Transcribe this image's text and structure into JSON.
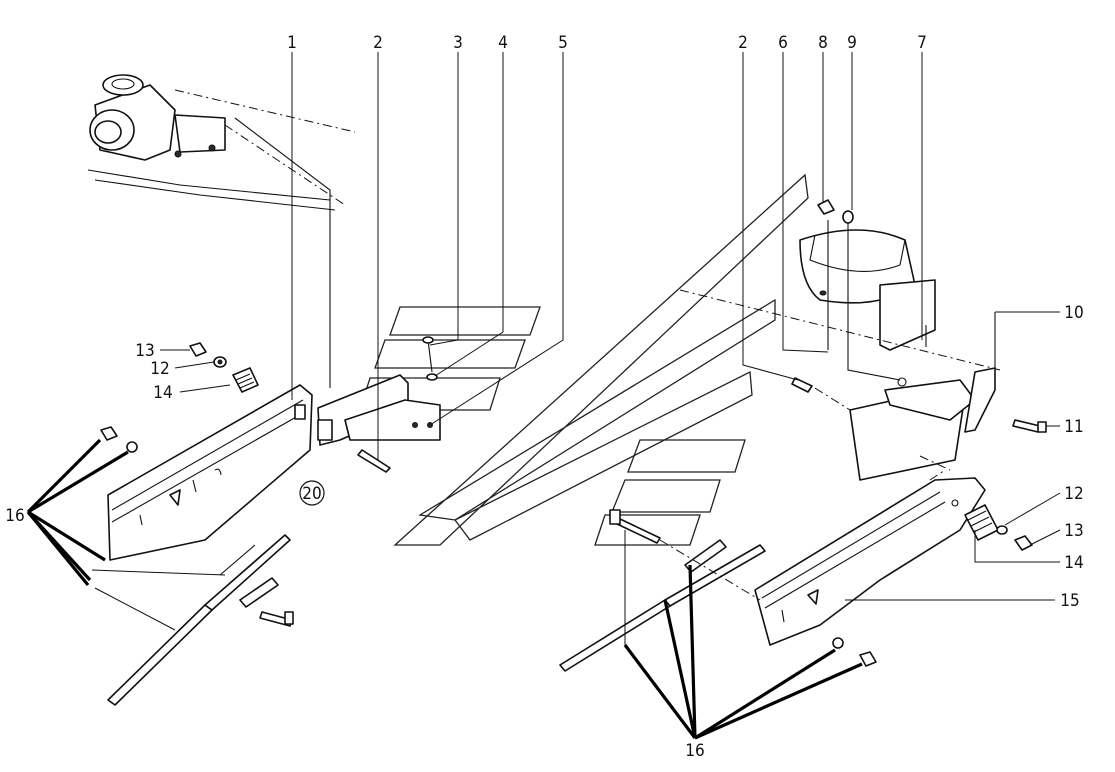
{
  "figure_number": "20",
  "callouts": {
    "c1": "1",
    "c2a": "2",
    "c3": "3",
    "c4": "4",
    "c5": "5",
    "c2b": "2",
    "c6": "6",
    "c8": "8",
    "c9": "9",
    "c7": "7",
    "c10": "10",
    "c11": "11",
    "c12r": "12",
    "c13r": "13",
    "c14r": "14",
    "c15": "15",
    "c13l": "13",
    "c12l": "12",
    "c14l": "14",
    "c16l": "16",
    "c16b": "16"
  }
}
